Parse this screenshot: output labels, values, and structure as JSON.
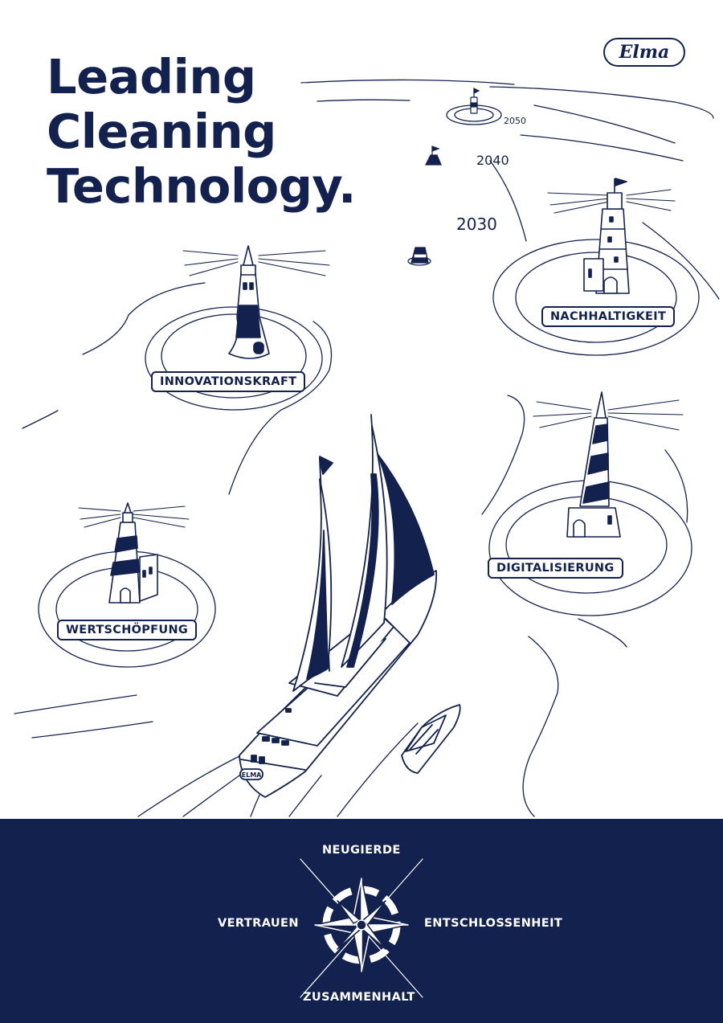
{
  "headline": {
    "lines": [
      "Leading",
      "Cleaning",
      "Technology."
    ]
  },
  "logo": {
    "text": "Elma"
  },
  "roadmap": {
    "years": [
      "2050",
      "2040",
      "2030"
    ]
  },
  "pillars": {
    "innovation": "INNOVATIONSKRAFT",
    "sustainability": "NACHHALTIGKEIT",
    "digitalization": "DIGITALISIERUNG",
    "value_creation": "WERTSCHÖPFUNG"
  },
  "ship": {
    "bow_badge": "ELMA"
  },
  "values": {
    "north": "NEUGIERDE",
    "west": "VERTRAUEN",
    "east": "ENTSCHLOSSENHEIT",
    "south": "ZUSAMMENHALT"
  },
  "colors": {
    "navy": "#13214f",
    "background": "#ffffff",
    "on_navy": "#ffffff"
  }
}
